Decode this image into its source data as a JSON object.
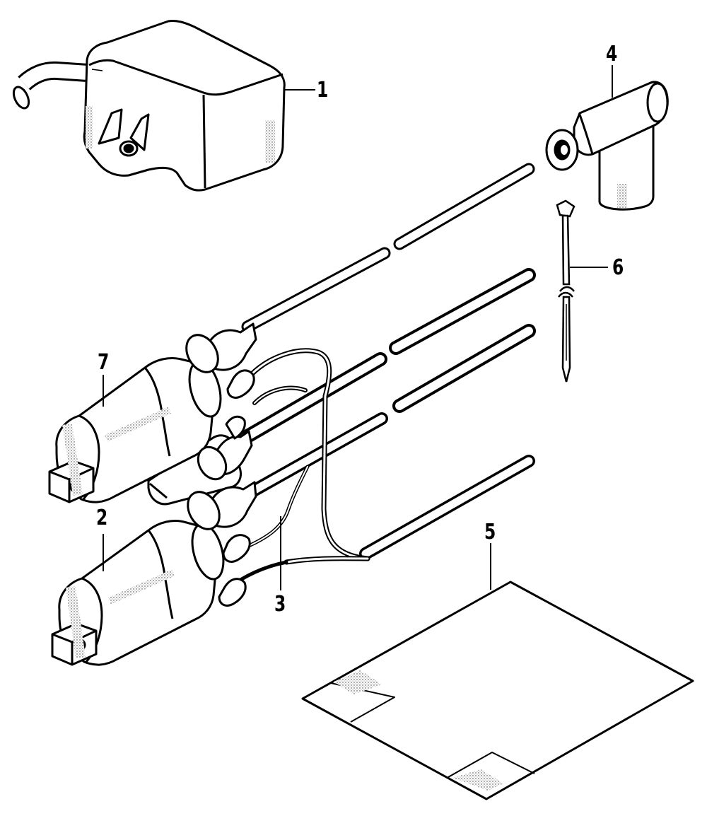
{
  "diagram": {
    "callouts": [
      {
        "id": "1",
        "label": "1"
      },
      {
        "id": "2",
        "label": "2"
      },
      {
        "id": "3",
        "label": "3"
      },
      {
        "id": "4",
        "label": "4"
      },
      {
        "id": "5",
        "label": "5"
      },
      {
        "id": "6",
        "label": "6"
      },
      {
        "id": "7",
        "label": "7"
      }
    ],
    "parts": [
      {
        "callout": "1",
        "icon": "cdi-unit-icon"
      },
      {
        "callout": "2",
        "icon": "ignition-coil-icon"
      },
      {
        "callout": "3",
        "icon": "high-tension-wire-icon"
      },
      {
        "callout": "4",
        "icon": "spark-plug-cap-icon"
      },
      {
        "callout": "5",
        "icon": "decal-sheet-icon"
      },
      {
        "callout": "6",
        "icon": "cable-tie-icon"
      },
      {
        "callout": "7",
        "icon": "ignition-coil-icon"
      }
    ],
    "colors": {
      "ink": "#000000",
      "paper": "#ffffff",
      "stipple": "#555555"
    }
  }
}
